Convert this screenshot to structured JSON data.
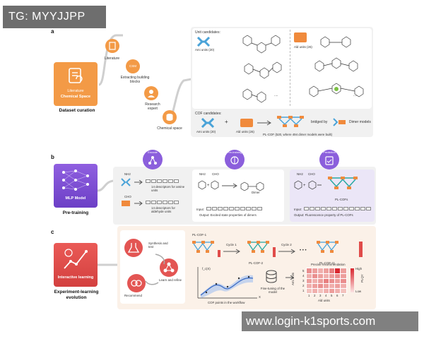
{
  "badges": {
    "tg": "TG: MYYJJPP",
    "watermark": "www.login-k1sports.com"
  },
  "panel_a": {
    "letter": "a",
    "card_title": "Literature",
    "card_sub": "Chemical Space",
    "card_caption": "Dataset curation",
    "steps": [
      "Literature",
      "Extracting building blocks",
      "Research expert",
      "Chemical space"
    ],
    "step_badge": "CSM",
    "unit_candidates_label": "Unit candidates:",
    "ami_units": "Ami units (20)",
    "ald_units": "Ald units (26)",
    "ellipsis": "....",
    "cof_candidates_label": "COF candidates:",
    "cof_ami": "Ami units (20)",
    "cof_ald": "Ald units (26)",
    "plus": "+",
    "pl_cof": "PL-COF (520, where 494 dimer models were built)",
    "bridged_by": "bridged by",
    "dimer_models": "Dimer models"
  },
  "panel_b": {
    "letter": "b",
    "card_title": "MLP Model",
    "card_caption": "Pre-training",
    "stage_encode": "Encode",
    "stage_pretrain": "Pre-training",
    "stage_predict": "Prediction",
    "desc_amine": "14 descriptors for amine units",
    "desc_aldehyde": "14 descriptors for aldehyde units",
    "dimer": "Dimer",
    "plcofs": "PL-COFs",
    "input_label": "Input:",
    "output_dimer": "Output: Excited state properties of dimers",
    "output_cof": "Output: Fluorescence property of PL-COFs",
    "nh2": "NH2",
    "cho": "CHO"
  },
  "panel_c": {
    "letter": "c",
    "card_title": "Interactive learning",
    "card_caption": "Experiment-learning evolution",
    "cycle_items": [
      "Synthesis and test",
      "Learn and refine",
      "Recommend"
    ],
    "cof1": "PL-COF-1",
    "cof2": "PL-COF-2",
    "cof11": "PL-COF-11",
    "cycle1": "Cycle 1",
    "cycle2": "Cycle 2",
    "dots": "• • •",
    "plqy": "PLQY",
    "fx": "f_c(X)",
    "cof_points": "COF points in the workflow",
    "xaxis": "X",
    "finetune": "Fine-tuning of the model",
    "precise": "Precise recommendation",
    "high": "High",
    "low": "Low",
    "ami_axis": "Ami units",
    "ald_axis": "Ald units",
    "heat_y_ticks": [
      "1",
      "2",
      "3",
      "4",
      "5"
    ],
    "heat_x_ticks": [
      "1",
      "2",
      "3",
      "4",
      "5",
      "6",
      "7"
    ]
  },
  "heatmap": {
    "values": [
      [
        0.1,
        0.2,
        0.1,
        0.2,
        0.3,
        0.2,
        0.1
      ],
      [
        0.2,
        0.3,
        0.4,
        0.3,
        0.2,
        0.3,
        0.2
      ],
      [
        0.3,
        0.2,
        0.3,
        0.5,
        0.4,
        0.3,
        0.4
      ],
      [
        0.2,
        0.4,
        0.3,
        0.2,
        0.3,
        0.4,
        0.3
      ],
      [
        0.4,
        0.3,
        0.2,
        0.3,
        0.5,
        1.0,
        0.3
      ]
    ]
  },
  "colors": {
    "orange": "#f39a46",
    "purple": "#7a4cd2",
    "red": "#e04c4a",
    "blue": "#4aa3d8",
    "teal": "#29a8a0"
  }
}
